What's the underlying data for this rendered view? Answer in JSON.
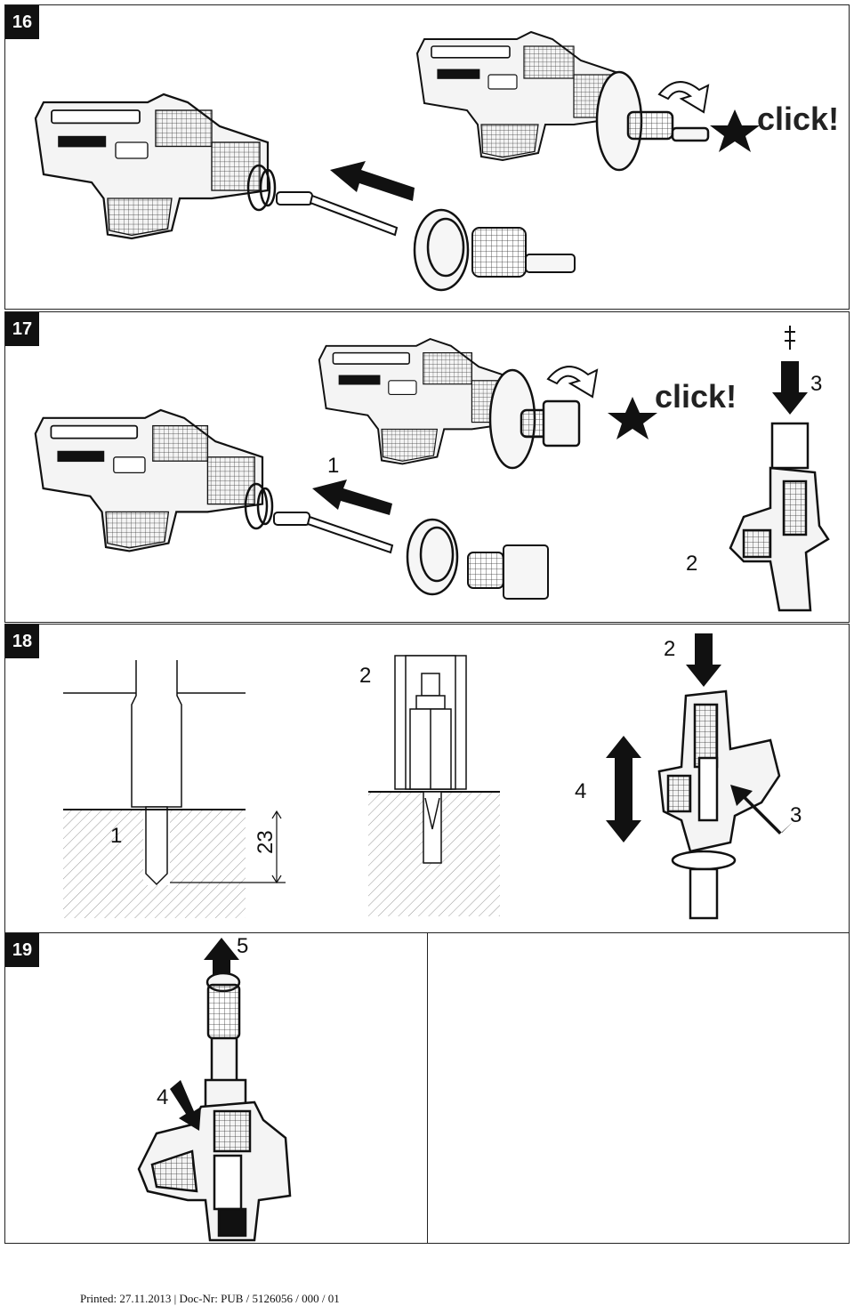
{
  "panels": {
    "p16": {
      "number": "16",
      "click_text": "click!"
    },
    "p17": {
      "number": "17",
      "click_text": "click!",
      "step_1": "1",
      "step_2": "2",
      "step_3": "3"
    },
    "p18": {
      "number": "18",
      "step_1": "1",
      "step_2_mid": "2",
      "step_2_right": "2",
      "step_3": "3",
      "step_4": "4",
      "depth_label": "23"
    },
    "p19": {
      "number": "19",
      "step_4": "4",
      "step_5": "5"
    }
  },
  "footer": {
    "text": "Printed: 27.11.2013 | Doc-Nr: PUB / 5126056 / 000 / 01"
  }
}
